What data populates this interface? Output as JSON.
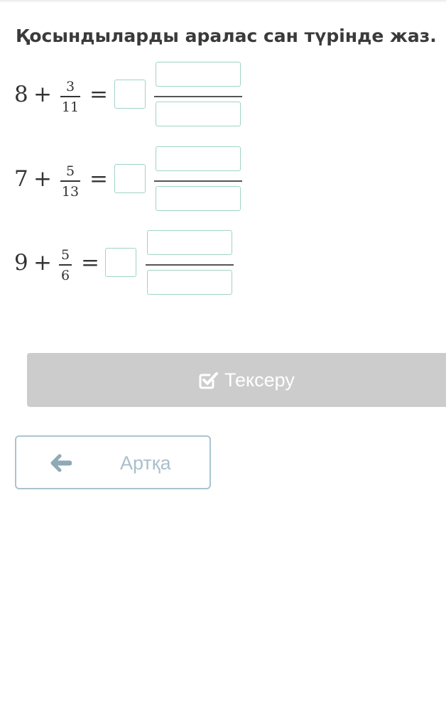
{
  "title": "Қосындыларды аралас сан түрінде жаз.",
  "problems": [
    {
      "whole": "8",
      "plus": "+",
      "numerator": "3",
      "denominator": "11",
      "equals": "="
    },
    {
      "whole": "7",
      "plus": "+",
      "numerator": "5",
      "denominator": "13",
      "equals": "="
    },
    {
      "whole": "9",
      "plus": "+",
      "numerator": "5",
      "denominator": "6",
      "equals": "="
    }
  ],
  "buttons": {
    "check_label": "Тексеру",
    "check_icon": "check-square-icon",
    "back_label": "Артқа",
    "back_icon": "arrow-left-icon"
  },
  "colors": {
    "input_border": "#9fd3c7",
    "check_button_bg": "#cccccc",
    "back_button_border": "#aac4d0",
    "back_button_text": "#a9bfcb"
  }
}
